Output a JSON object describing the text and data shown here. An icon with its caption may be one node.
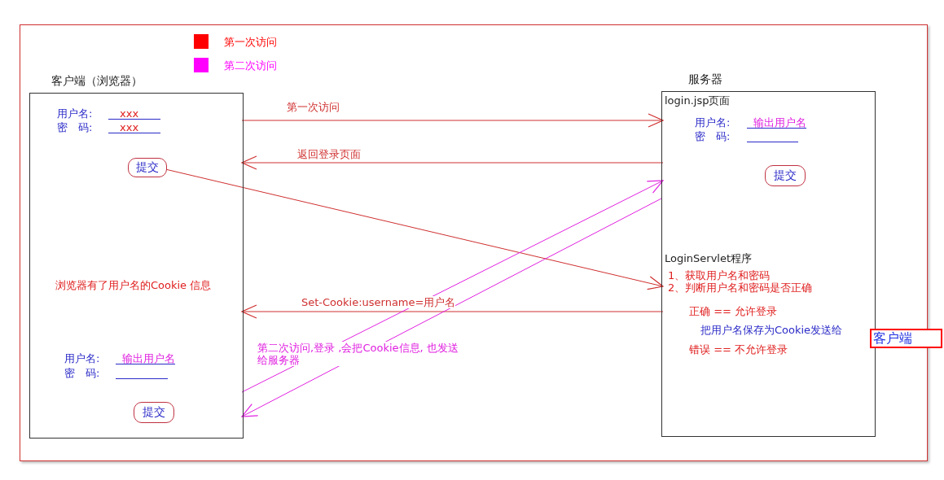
{
  "diagram": {
    "nodes": [
      {
        "text": [
          "客户端（浏览器）"
        ]
      },
      {
        "text": [
          "提交"
        ],
        "in": 0
      },
      {
        "text": [
          "提交"
        ],
        "in": 0
      },
      {
        "text": [
          "服务器"
        ]
      },
      {
        "text": [
          "login.jsp页面"
        ],
        "in": 3
      },
      {
        "text": [
          "提交"
        ],
        "in": 4
      },
      {
        "text": [
          "LoginServlet程序",
          "1、获取用户名和密码",
          "2、判断用户名和密码是否正确",
          "正确 == 允许登录",
          "把用户名保存为Cookie发送给",
          "错误 == 不允许登录"
        ],
        "in": 3
      },
      {
        "text": [
          "客户端"
        ]
      }
    ],
    "edges": [
      {
        "from": 0,
        "to": 4,
        "arrow": "to",
        "label": "第一次访问"
      },
      {
        "from": 4,
        "to": 0,
        "arrow": "to",
        "label": "返回登录页面"
      },
      {
        "from": 1,
        "to": 6,
        "arrow": "to"
      },
      {
        "from": 6,
        "to": 0,
        "arrow": "to",
        "label": "Set-Cookie:username=用户名"
      },
      {
        "from": 0,
        "to": 4,
        "arrow": "to",
        "color": "#e020e0"
      },
      {
        "from": 3,
        "to": 0,
        "arrow": "to",
        "color": "#e020e0"
      }
    ],
    "labels": [
      "用户名:",
      "xxx",
      "密　码:",
      "xxx",
      "用户名:",
      "输出用户名",
      "密　码:",
      "浏览器有了用户名的Cookie 信息",
      "第二次访问,登录 ,会把Cookie信息, 也发送给服务器",
      "用户名:",
      "输出用户名",
      "密　码:"
    ],
    "legend": [
      {
        "text": "第一次访问",
        "color": "#ff0000"
      },
      {
        "text": "第二次访问",
        "color": "#ff00ff"
      }
    ]
  }
}
